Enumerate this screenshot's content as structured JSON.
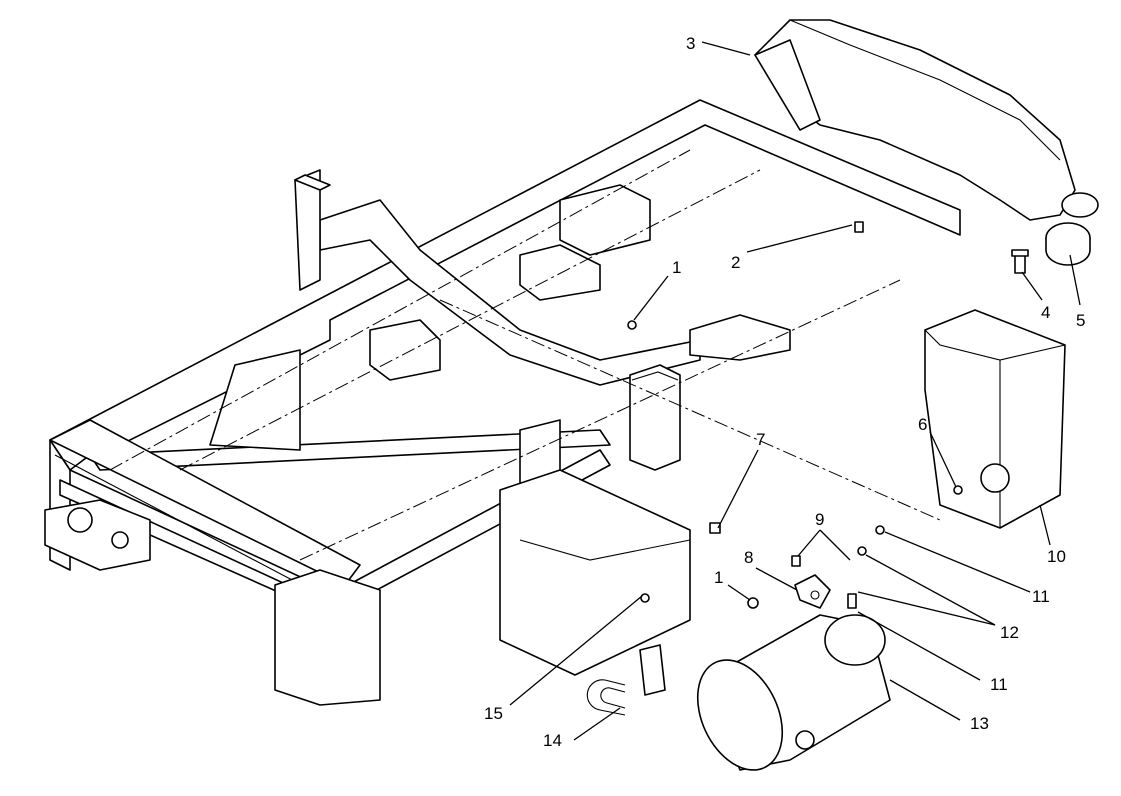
{
  "diagram": {
    "callouts": [
      {
        "id": "c1a",
        "label": "1"
      },
      {
        "id": "c1b",
        "label": "1"
      },
      {
        "id": "c2",
        "label": "2"
      },
      {
        "id": "c3",
        "label": "3"
      },
      {
        "id": "c4",
        "label": "4"
      },
      {
        "id": "c5",
        "label": "5"
      },
      {
        "id": "c6",
        "label": "6"
      },
      {
        "id": "c7",
        "label": "7"
      },
      {
        "id": "c8",
        "label": "8"
      },
      {
        "id": "c9",
        "label": "9"
      },
      {
        "id": "c10",
        "label": "10"
      },
      {
        "id": "c11a",
        "label": "11"
      },
      {
        "id": "c11b",
        "label": "11"
      },
      {
        "id": "c12",
        "label": "12"
      },
      {
        "id": "c13",
        "label": "13"
      },
      {
        "id": "c14",
        "label": "14"
      },
      {
        "id": "c15",
        "label": "15"
      }
    ]
  }
}
